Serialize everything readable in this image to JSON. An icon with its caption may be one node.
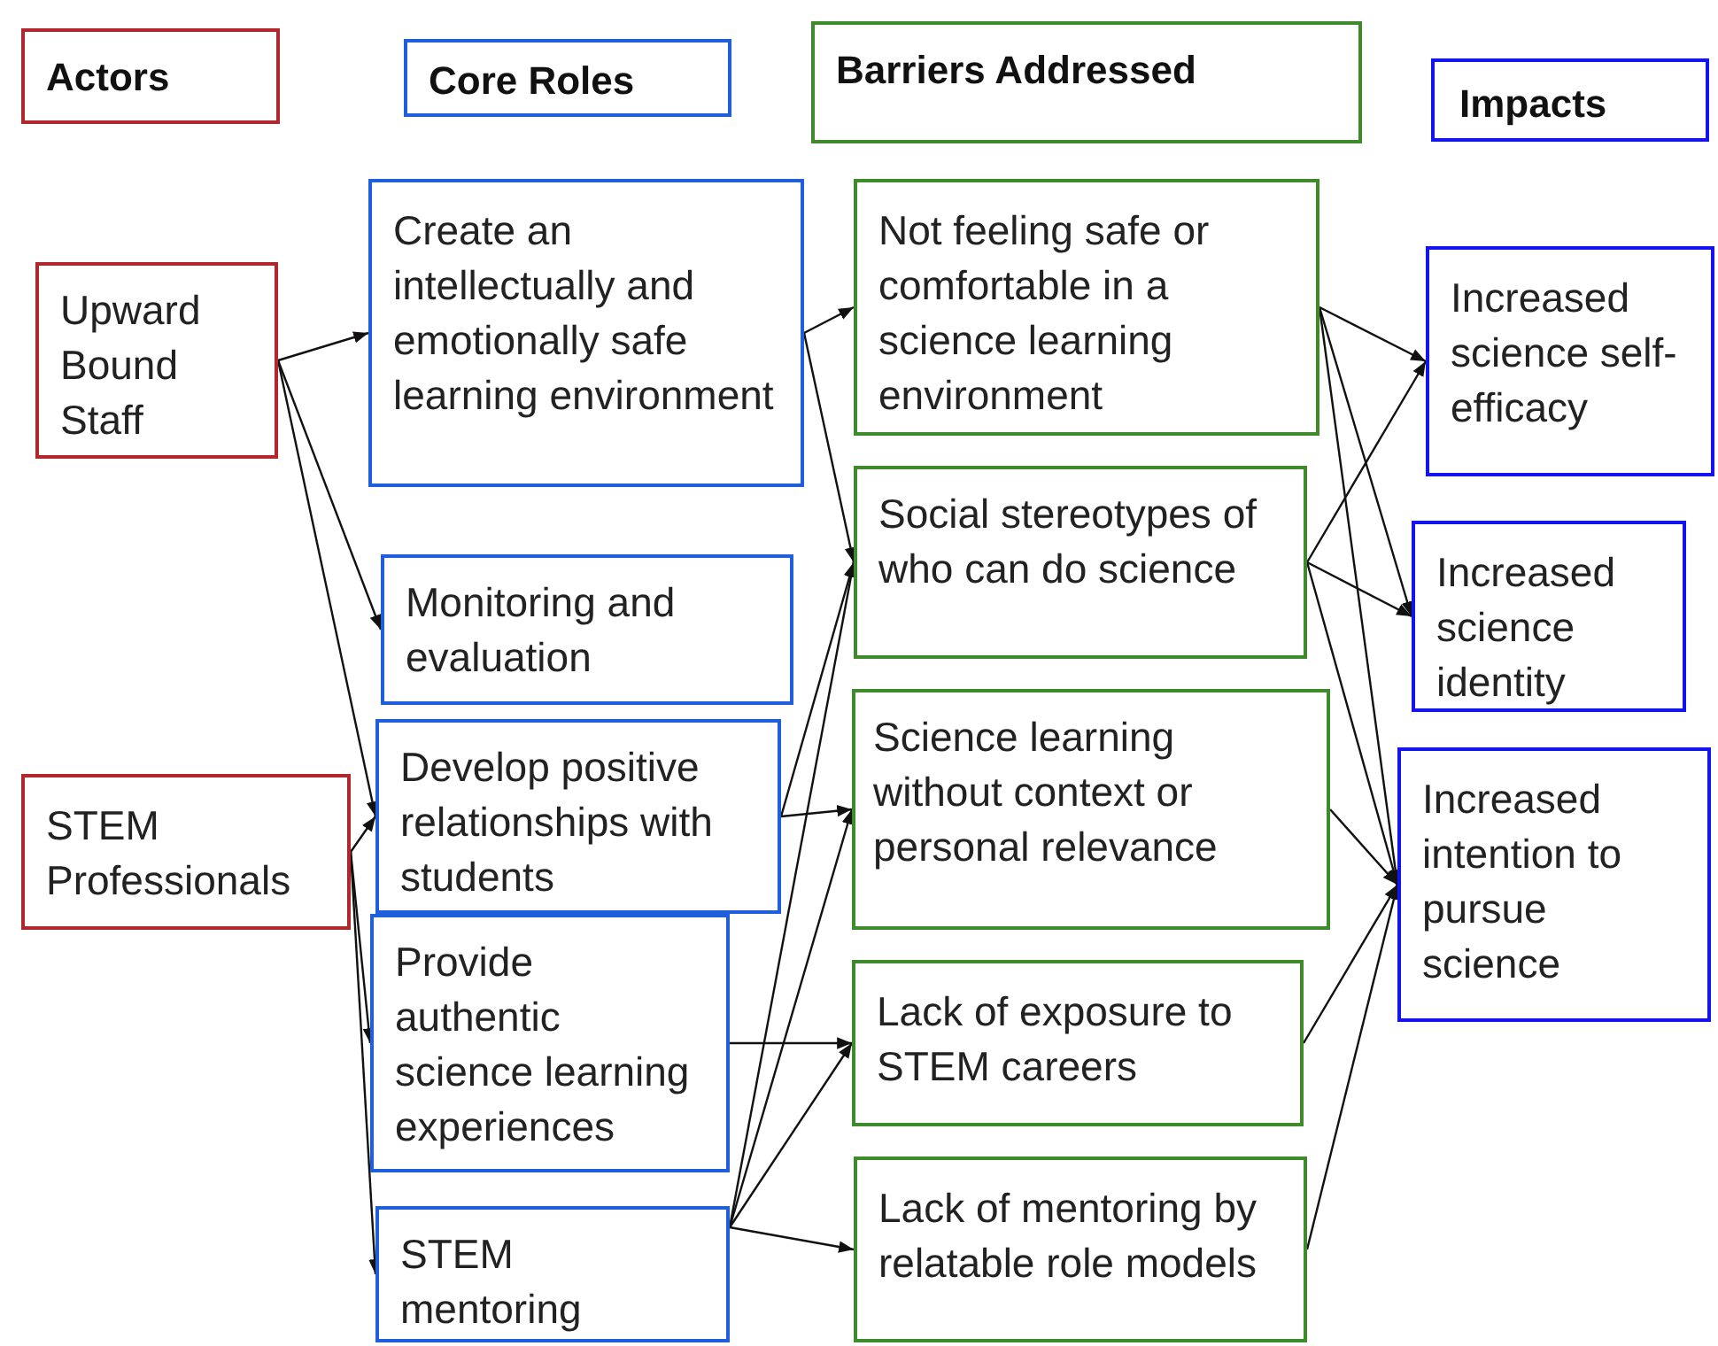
{
  "diagram": {
    "nodes": [
      {
        "text": [
          "Actors"
        ]
      },
      {
        "text": [
          "Core Roles"
        ]
      },
      {
        "text": [
          "Barriers Addressed"
        ]
      },
      {
        "text": [
          "Impacts"
        ]
      },
      {
        "text": [
          "Upward Bound Staff"
        ]
      },
      {
        "text": [
          "STEM Professionals"
        ]
      },
      {
        "text": [
          "Create an intellectually and emotionally safe learning environment"
        ]
      },
      {
        "text": [
          "Monitoring and evaluation"
        ]
      },
      {
        "text": [
          "Develop positive relationships with students"
        ]
      },
      {
        "text": [
          "Provide authentic science learning experiences"
        ]
      },
      {
        "text": [
          "STEM mentoring"
        ]
      },
      {
        "text": [
          "Not feeling safe or comfortable in a science learning environment"
        ]
      },
      {
        "text": [
          "Social stereotypes of who can do science"
        ]
      },
      {
        "text": [
          "Science learning without context or personal relevance"
        ]
      },
      {
        "text": [
          "Lack of exposure to STEM careers"
        ]
      },
      {
        "text": [
          "Lack of mentoring by relatable role models"
        ]
      },
      {
        "text": [
          "Increased science self-efficacy"
        ]
      },
      {
        "text": [
          "Increased science identity"
        ]
      },
      {
        "text": [
          "Increased intention to pursue science"
        ]
      }
    ],
    "edges": [
      {
        "from": 4,
        "to": 6,
        "arrow": "to"
      },
      {
        "from": 4,
        "to": 7,
        "arrow": "to"
      },
      {
        "from": 4,
        "to": 8,
        "arrow": "to"
      },
      {
        "from": 5,
        "to": 8,
        "arrow": "to"
      },
      {
        "from": 5,
        "to": 9,
        "arrow": "to"
      },
      {
        "from": 5,
        "to": 10,
        "arrow": "to"
      },
      {
        "from": 6,
        "to": 11,
        "arrow": "to"
      },
      {
        "from": 6,
        "to": 12,
        "arrow": "to"
      },
      {
        "from": 8,
        "to": 12,
        "arrow": "to"
      },
      {
        "from": 8,
        "to": 13,
        "arrow": "to"
      },
      {
        "from": 9,
        "to": 14,
        "arrow": "to"
      },
      {
        "from": 10,
        "to": 12,
        "arrow": "to"
      },
      {
        "from": 10,
        "to": 13,
        "arrow": "to"
      },
      {
        "from": 10,
        "to": 14,
        "arrow": "to"
      },
      {
        "from": 10,
        "to": 15,
        "arrow": "to"
      },
      {
        "from": 11,
        "to": 16,
        "arrow": "to"
      },
      {
        "from": 11,
        "to": 17,
        "arrow": "to"
      },
      {
        "from": 11,
        "to": 18,
        "arrow": "to"
      },
      {
        "from": 12,
        "to": 16,
        "arrow": "to"
      },
      {
        "from": 12,
        "to": 17,
        "arrow": "to"
      },
      {
        "from": 12,
        "to": 18,
        "arrow": "to"
      },
      {
        "from": 13,
        "to": 18,
        "arrow": "to"
      },
      {
        "from": 14,
        "to": 18,
        "arrow": "to"
      },
      {
        "from": 15,
        "to": 18,
        "arrow": "to"
      }
    ]
  }
}
